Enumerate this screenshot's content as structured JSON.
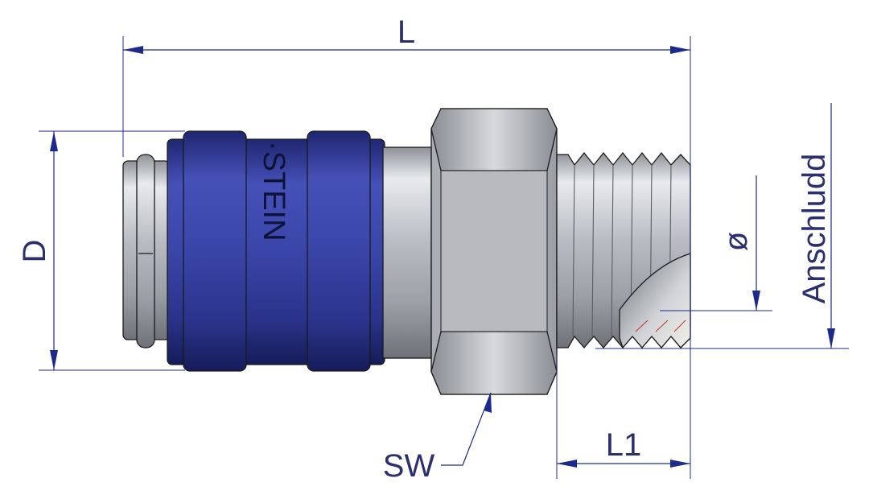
{
  "labels": {
    "length": "L",
    "diameter": "D",
    "wrench_size": "SW",
    "thread_length": "L1",
    "bore_diameter": "ø",
    "connection": "Anschludd",
    "brand": "·STEIN"
  },
  "colors": {
    "dimension": "#1c2a8c",
    "dimension_text": "#2b2f6e",
    "sleeve_blue": "#3a45a8",
    "metal": "#b9bcc2"
  }
}
